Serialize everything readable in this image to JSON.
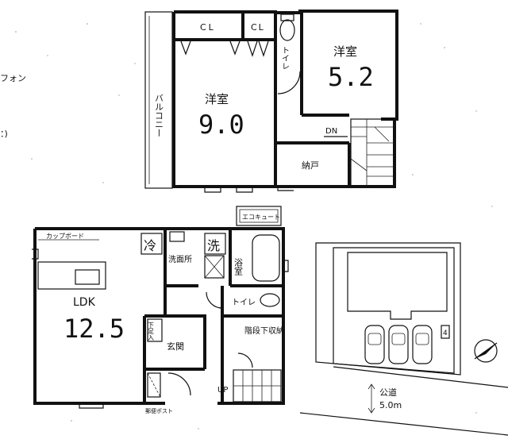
{
  "side_notes": [
    "フォン",
    "：)"
  ],
  "floor2": {
    "western_room_large": {
      "name": "洋室",
      "size": "9.0"
    },
    "western_room_small": {
      "name": "洋室",
      "size": "5.2"
    },
    "closets": [
      "CL",
      "CL"
    ],
    "toilet": "トイレ",
    "balcony": "バルコニー",
    "storage": "納戸",
    "stair_dn": "DN"
  },
  "floor1": {
    "ldk": {
      "name": "LDK",
      "size": "12.5"
    },
    "cupboard": "カップボード",
    "fridge": "冷",
    "washer": "洗",
    "washroom": "洗面所",
    "bath": "浴室",
    "toilet": "トイレ",
    "entrance": "玄関",
    "shoe_storage": "下足入",
    "under_stair_storage": "階段下収納",
    "stair_up": "UP",
    "water_heater": "エコキュート",
    "mailbox": "郵便ポスト"
  },
  "site": {
    "road_label": "公道",
    "road_width": "5.0m",
    "road_number": "4"
  }
}
